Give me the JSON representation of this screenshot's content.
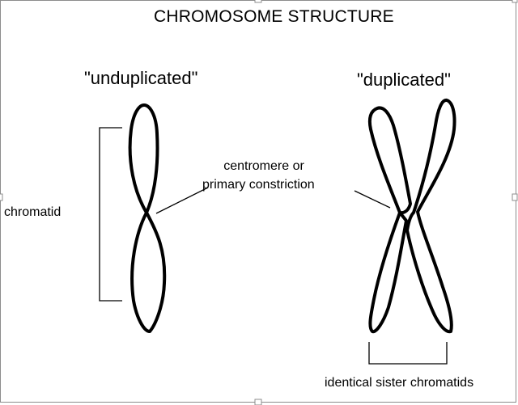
{
  "diagram": {
    "title": "CHROMOSOME STRUCTURE",
    "labels": {
      "unduplicated": "\"unduplicated\"",
      "duplicated": "\"duplicated\"",
      "chromatid": "chromatid",
      "centromere_line1": "centromere or",
      "centromere_line2": "primary constriction",
      "sister_chromatids": "identical sister chromatids"
    }
  },
  "colors": {
    "stroke": "#000000",
    "frame": "#8c8c8c",
    "background": "#ffffff"
  }
}
